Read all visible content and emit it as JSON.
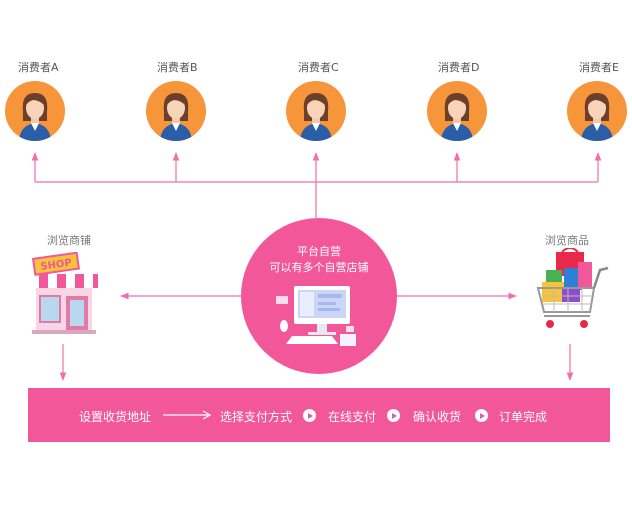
{
  "consumers": [
    {
      "label": "消费者A"
    },
    {
      "label": "消费者B"
    },
    {
      "label": "消费者C"
    },
    {
      "label": "消费者D"
    },
    {
      "label": "消费者E"
    }
  ],
  "left_node": {
    "label": "浏览商铺",
    "sign_text": "SHOP"
  },
  "right_node": {
    "label": "浏览商品"
  },
  "center": {
    "line1": "平台自营",
    "line2": "可以有多个自营店铺"
  },
  "flow": {
    "steps": [
      "设置收货地址",
      "选择支付方式",
      "在线支付",
      "确认收货",
      "订单完成"
    ]
  },
  "colors": {
    "accent": "#f2579a",
    "avatar": "#f7953a",
    "line": "#f06fa5"
  }
}
